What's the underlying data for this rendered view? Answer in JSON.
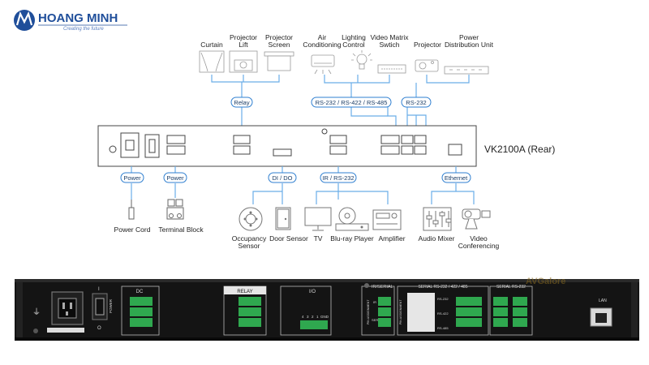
{
  "brand": {
    "name": "HOANG MINH",
    "tagline": "Creating the future"
  },
  "device_label": "VK2100A (Rear)",
  "top_devices": {
    "curtain": "Curtain",
    "projector_lift": [
      "Projector",
      "Lift"
    ],
    "projector_screen": [
      "Projector",
      "Screen"
    ],
    "air_conditioning": [
      "Air",
      "Conditioning"
    ],
    "lighting_control": [
      "Lighting",
      "Control"
    ],
    "video_matrix_switch": [
      "Video Matrix",
      "Swtich"
    ],
    "projector": "Projector",
    "power_distribution_unit": [
      "Power",
      "Distribution Unit"
    ]
  },
  "connection_labels": {
    "relay": "Relay",
    "serial": "RS-232 / RS-422 / RS-485",
    "rs232": "RS-232",
    "power_left": "Power",
    "power_right": "Power",
    "dido": "DI / DO",
    "ir_rs232": "IR / RS-232",
    "ethernet": "Ethernet"
  },
  "bottom_devices": {
    "power_cord": "Power Cord",
    "terminal_block": "Terminal Block",
    "occupancy_sensor": [
      "Occupancy",
      "Sensor"
    ],
    "door_sensor": "Door Sensor",
    "tv": "TV",
    "bluray_player": "Blu-ray Player",
    "amplifier": "Amplifier",
    "audio_mixer": "Audio Mixer",
    "video_conferencing": [
      "Video",
      "Conferencing"
    ]
  },
  "rear_panel": {
    "watermark": "AVGalore",
    "dc": "DC",
    "relay": "RELAY",
    "io": "I/O",
    "ir_serial": "IR/SERIAL",
    "serial_rs232_422_485": "SERIAL RS-232 / 422 / 485",
    "serial_rs232": "SERIAL RS-232",
    "lan": "LAN",
    "power": "POWER",
    "io_pins": [
      "4",
      "3",
      "2",
      "1",
      "GND"
    ],
    "ir": "IR",
    "serial": "SERIAL",
    "rs232": "RS-232",
    "rs422": "RS-422",
    "rs485": "RS-485",
    "pin_assignment": "PIN ASSIGNMENT"
  },
  "colors": {
    "brand_blue": "#1f4e9a",
    "wire_blue": "#6aaee8",
    "pill_border": "#2f7fd0"
  }
}
